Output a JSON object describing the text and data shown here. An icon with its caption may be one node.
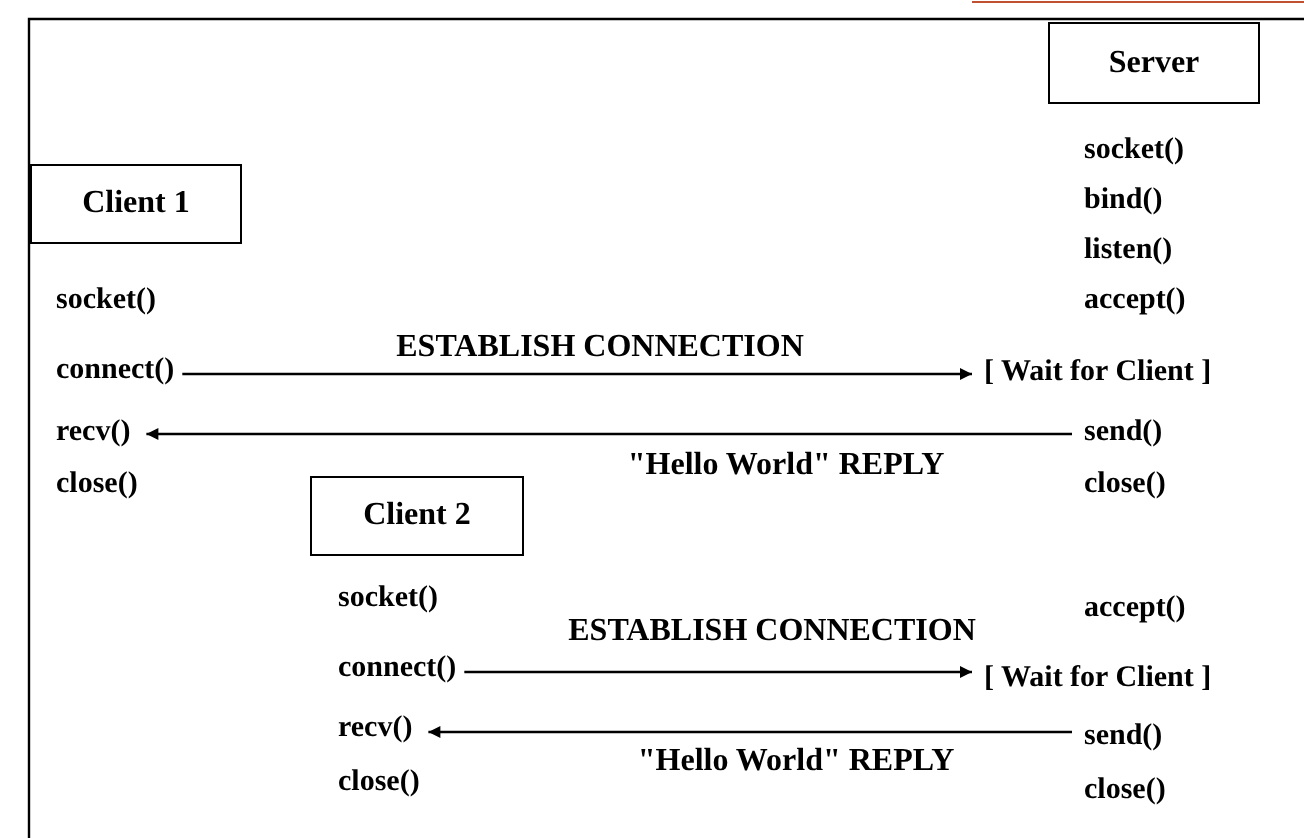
{
  "diagram": {
    "nodes": [
      {
        "text": [
          "Server"
        ]
      },
      {
        "text": [
          "Client 1"
        ]
      },
      {
        "text": [
          "connect()"
        ]
      },
      {
        "text": [
          "[ Wait for Client ]"
        ]
      },
      {
        "text": [
          "recv()"
        ]
      },
      {
        "text": [
          "send()"
        ]
      },
      {
        "text": [
          "Client 2"
        ]
      },
      {
        "text": [
          "connect()"
        ]
      },
      {
        "text": [
          "[ Wait for Client ]"
        ]
      },
      {
        "text": [
          "recv()"
        ]
      },
      {
        "text": [
          "send()"
        ]
      }
    ],
    "edges": [
      {
        "from": 2,
        "to": 3,
        "arrow": "to",
        "label": "ESTABLISH CONNECTION"
      },
      {
        "from": 5,
        "to": 4,
        "arrow": "to",
        "label": "\"Hello World\" REPLY"
      },
      {
        "from": 7,
        "to": 8,
        "arrow": "to",
        "label": "ESTABLISH CONNECTION"
      },
      {
        "from": 10,
        "to": 9,
        "arrow": "to",
        "label": "\"Hello World\" REPLY"
      }
    ],
    "labels": [
      "socket()",
      "bind()",
      "listen()",
      "socket()",
      "accept()",
      "close()",
      "close()",
      "socket()",
      "accept()",
      "close()",
      "close()"
    ]
  }
}
